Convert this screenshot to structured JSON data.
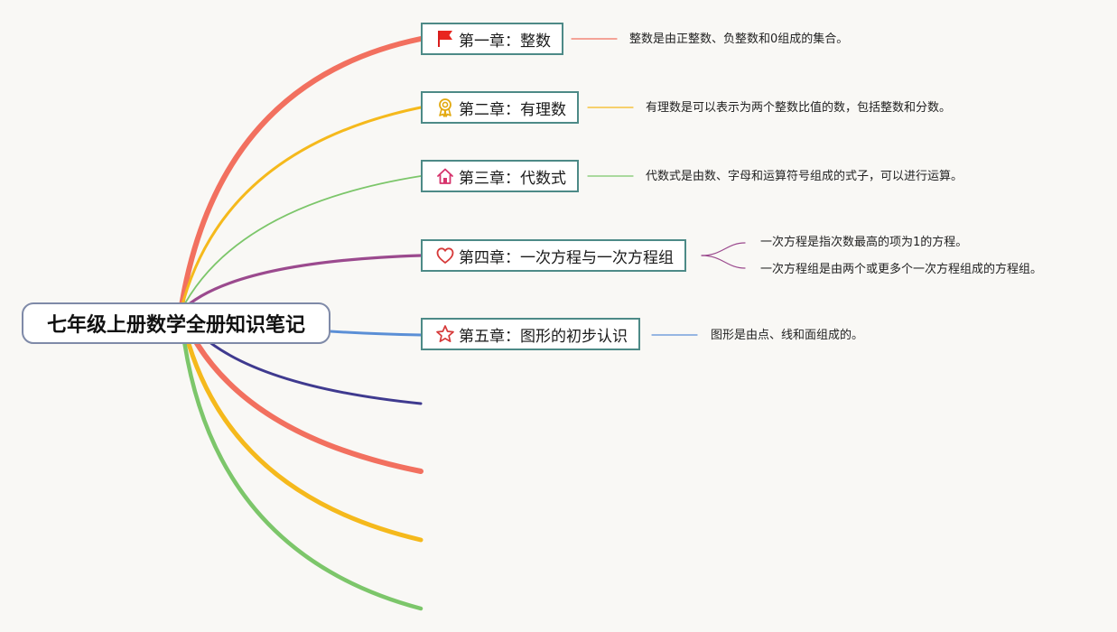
{
  "root": {
    "title": "七年级上册数学全册知识笔记"
  },
  "chapters": [
    {
      "label": "第一章：整数",
      "color": "#f2705f",
      "icon": "flag-icon",
      "notes": [
        "整数是由正整数、负整数和0组成的集合。"
      ]
    },
    {
      "label": "第二章：有理数",
      "color": "#f5b91c",
      "icon": "award-ribbon-icon",
      "notes": [
        "有理数是可以表示为两个整数比值的数，包括整数和分数。"
      ]
    },
    {
      "label": "第三章：代数式",
      "color": "#7cc66a",
      "icon": "house-icon",
      "notes": [
        "代数式是由数、字母和运算符号组成的式子，可以进行运算。"
      ]
    },
    {
      "label": "第四章：一次方程与一次方程组",
      "color": "#9b4a8e",
      "icon": "heart-icon",
      "notes": [
        "一次方程是指次数最高的项为1的方程。",
        "一次方程组是由两个或更多个一次方程组成的方程组。"
      ]
    },
    {
      "label": "第五章：图形的初步认识",
      "color": "#5b8fd6",
      "icon": "star-icon",
      "notes": [
        "图形是由点、线和面组成的。"
      ]
    }
  ],
  "empty_branches": [
    {
      "color": "#3f3a8f"
    },
    {
      "color": "#f2705f"
    },
    {
      "color": "#f5b91c"
    },
    {
      "color": "#7cc66a"
    }
  ]
}
